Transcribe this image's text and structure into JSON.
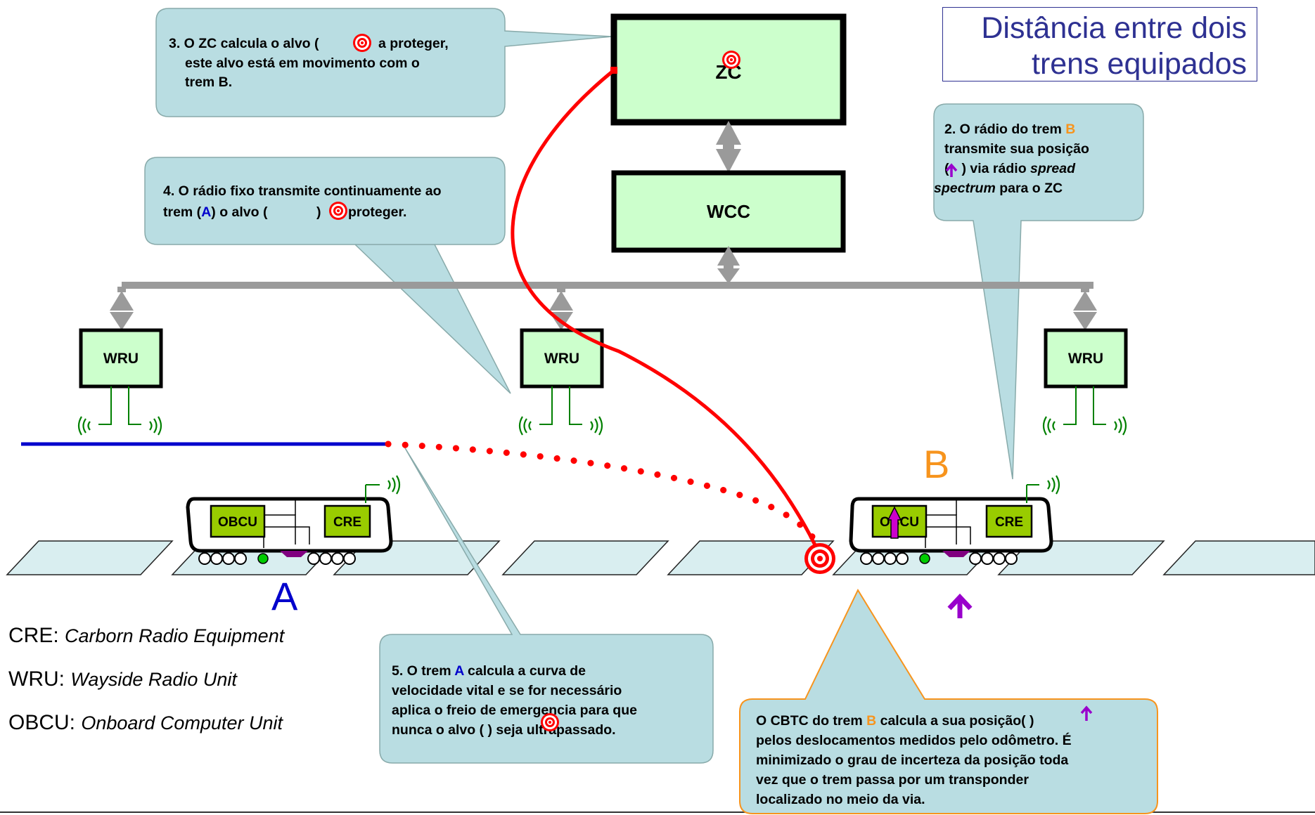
{
  "title": "Distância entre dois trens equipados",
  "title_lines": [
    "Distância entre dois",
    "trens equipados"
  ],
  "boxes": {
    "zc": "ZC",
    "wcc": "WCC",
    "wru": "WRU",
    "obcu": "OBCU",
    "cre": "CRE"
  },
  "trains": {
    "a": "A",
    "b": "B"
  },
  "colors": {
    "train_a": "#0000cc",
    "train_b": "#f7941d",
    "curve": "#ff0000",
    "callout": "#b9dde2",
    "box": "#ccffcc",
    "purple": "#9900cc"
  },
  "callouts": {
    "c2": {
      "l1a": "2. O rádio do trem ",
      "l1b": "B",
      "l2": "transmite sua posição",
      "l3a": "(",
      "l3b": ") via rádio ",
      "l3c": "spread",
      "l4a": "spectrum",
      "l4b": " para o ZC"
    },
    "c3": {
      "l1a": "3. O ZC calcula o alvo (",
      "l1b": "a proteger,",
      "l2": "este alvo está em movimento com o",
      "l3": "trem B."
    },
    "c4": {
      "l1": "4. O rádio fixo transmite continuamente ao",
      "l2a": "trem (",
      "l2b": "A",
      "l2c": ") o alvo  (",
      "l2d": ")",
      "l2e": "proteger."
    },
    "c5": {
      "l1a": "5. O  trem ",
      "l1b": "A",
      "l1c": " calcula a curva de",
      "l2": "velocidade vital e se for necessário",
      "l3": "aplica o freio de emergencia  para que",
      "l4": "nunca o alvo (       ) seja ultrapassado."
    },
    "c6": {
      "l1a": "O CBTC do trem ",
      "l1b": "B",
      "l1c": " calcula  a sua posição(     )",
      "l2": "pelos  deslocamentos medidos pelo odômetro. É",
      "l3": "minimizado o grau de  incerteza da posição toda",
      "l4": "vez que o trem passa por um transponder",
      "l5": "localizado no meio da via."
    }
  },
  "legend": [
    {
      "abbr": "CRE:",
      "full": "Carborn Radio Equipment"
    },
    {
      "abbr": "WRU:",
      "full": "Wayside Radio Unit"
    },
    {
      "abbr": "OBCU:",
      "full": "Onboard Computer Unit"
    }
  ]
}
